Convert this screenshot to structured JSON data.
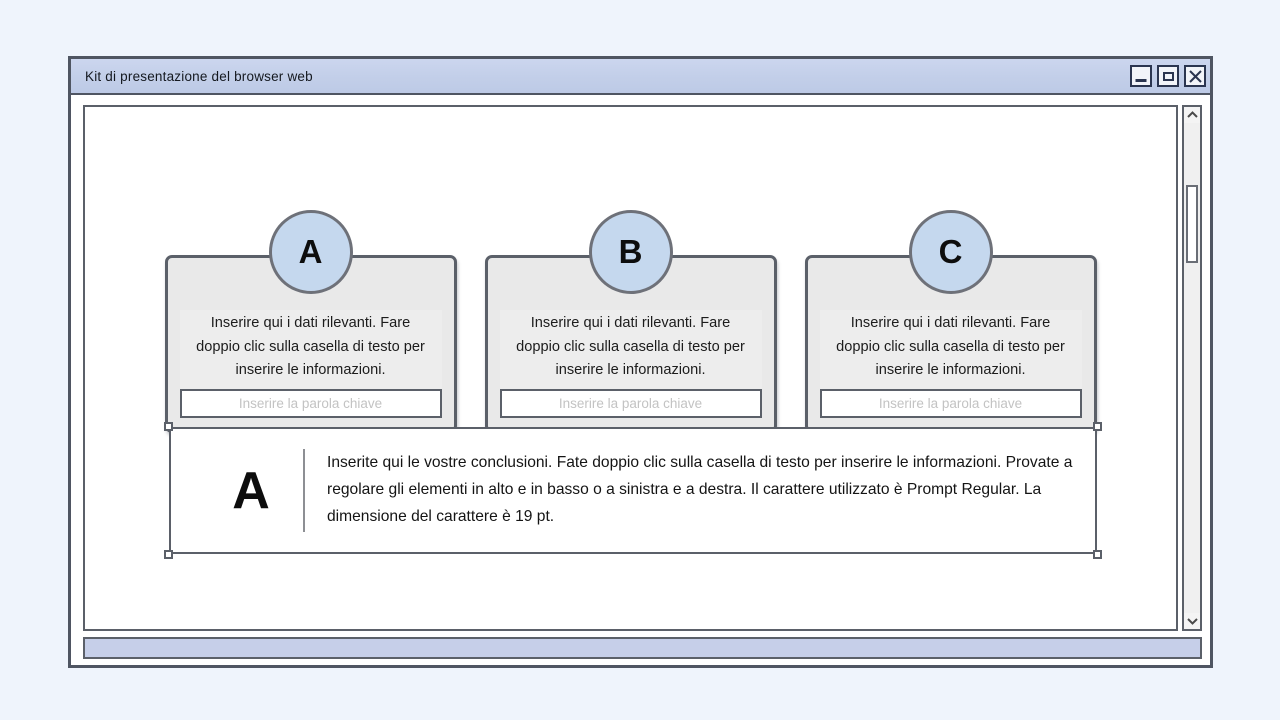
{
  "window": {
    "title": "Kit di presentazione del browser web",
    "controls": {
      "minimize_label": "Riduci a icona",
      "maximize_label": "Ingrandisci",
      "close_label": "Chiudi"
    }
  },
  "slide": {
    "cards": [
      {
        "badge": "A",
        "body": "Inserire qui i dati rilevanti. Fare doppio clic sulla casella di testo per inserire le informazioni.",
        "input_placeholder": "Inserire la parola chiave",
        "input_value": ""
      },
      {
        "badge": "B",
        "body": "Inserire qui i dati rilevanti. Fare doppio clic sulla casella di testo per inserire le informazioni.",
        "input_placeholder": "Inserire la parola chiave",
        "input_value": ""
      },
      {
        "badge": "C",
        "body": "Inserire qui i dati rilevanti. Fare doppio clic sulla casella di testo per inserire le informazioni.",
        "input_placeholder": "Inserire la parola chiave",
        "input_value": ""
      }
    ],
    "conclusion": {
      "letter": "A",
      "text": "Inserite qui le vostre conclusioni. Fate doppio clic sulla casella di testo per inserire le informazioni. Provate a regolare gli elementi in alto e in basso o a sinistra e a destra. Il carattere utilizzato è Prompt Regular. La dimensione del carattere è 19 pt.",
      "selected": true
    }
  },
  "scrollbar": {
    "up_arrow": "chevron-up",
    "down_arrow": "chevron-down"
  },
  "statusbar": {
    "text": ""
  },
  "colors": {
    "page_background": "#eff4fc",
    "titlebar": "#c3cfe9",
    "frame_border": "#4f5562",
    "badge_fill": "#c5d8ee",
    "card_fill": "#e9e9e9",
    "statusbar_fill": "#c6cfe9",
    "placeholder_text": "#c3c3c3"
  }
}
